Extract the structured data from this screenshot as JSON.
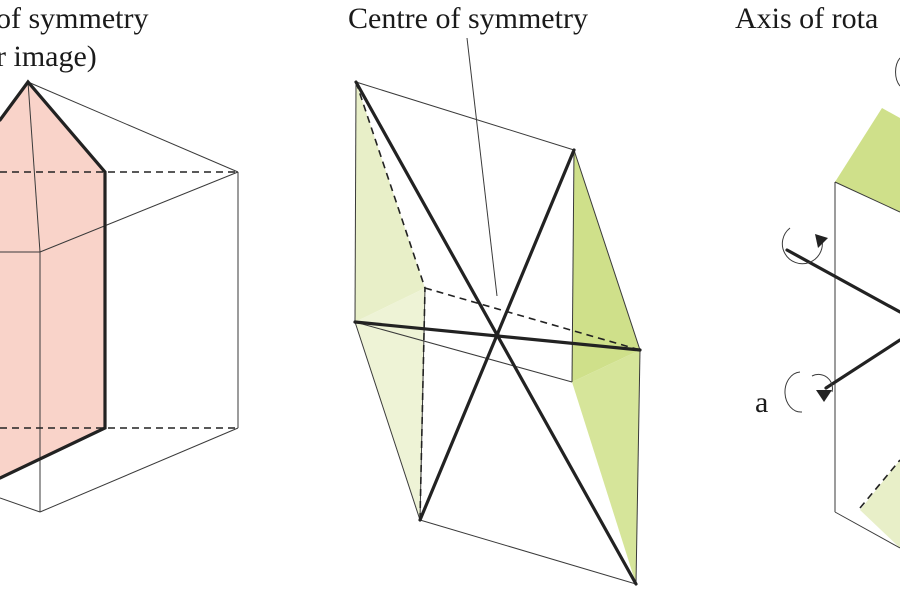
{
  "panels": {
    "left": {
      "title_line1": "of symmetry",
      "title_line2": "r image)"
    },
    "middle": {
      "title": "Centre of symmetry"
    },
    "right": {
      "title": "Axis of rota",
      "marker": "a"
    }
  },
  "colors": {
    "pink_fill": "#f9d3c9",
    "green_light": "#e8efc8",
    "green_dark": "#cfe08a",
    "line": "#222222"
  }
}
